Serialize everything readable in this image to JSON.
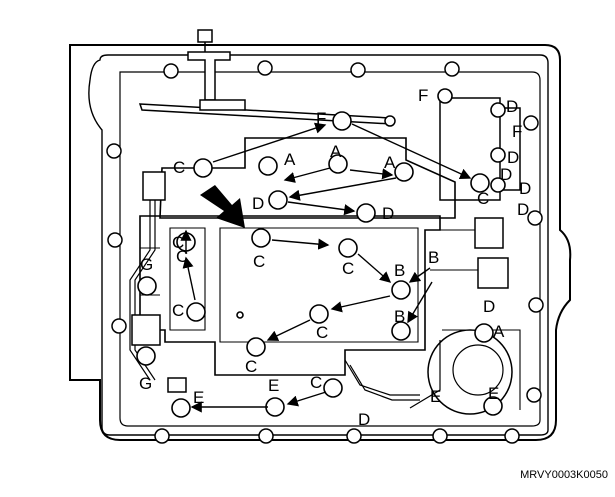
{
  "figure_code": "MRVY0003K0050",
  "bolts": [
    {
      "label": "A"
    },
    {
      "label": "A"
    },
    {
      "label": "A"
    },
    {
      "label": "A"
    },
    {
      "label": "B"
    },
    {
      "label": "B"
    },
    {
      "label": "B"
    },
    {
      "label": "C"
    },
    {
      "label": "C"
    },
    {
      "label": "C"
    },
    {
      "label": "C"
    },
    {
      "label": "C"
    },
    {
      "label": "C"
    },
    {
      "label": "C"
    },
    {
      "label": "C"
    },
    {
      "label": "C"
    },
    {
      "label": "C"
    },
    {
      "label": "D"
    },
    {
      "label": "D"
    },
    {
      "label": "D"
    },
    {
      "label": "D"
    },
    {
      "label": "D"
    },
    {
      "label": "D"
    },
    {
      "label": "D"
    },
    {
      "label": "D"
    },
    {
      "label": "D"
    },
    {
      "label": "E"
    },
    {
      "label": "E"
    },
    {
      "label": "E"
    },
    {
      "label": "E"
    },
    {
      "label": "F"
    },
    {
      "label": "F"
    },
    {
      "label": "F"
    },
    {
      "label": "G"
    },
    {
      "label": "G"
    }
  ]
}
